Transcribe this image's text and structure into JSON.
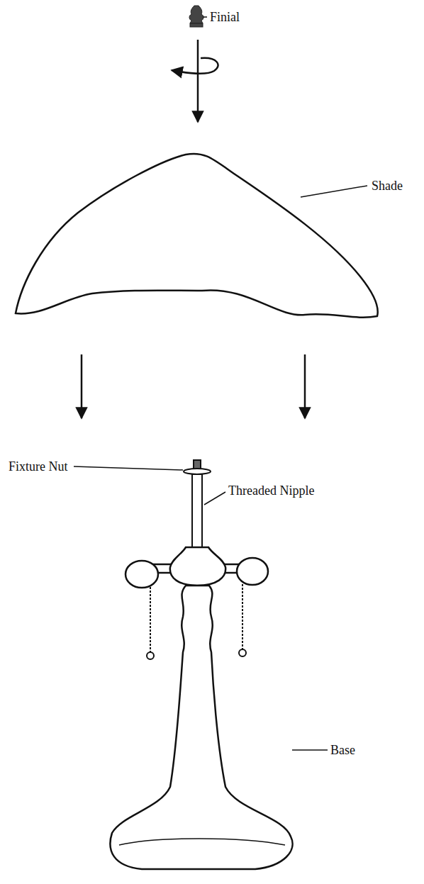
{
  "diagram": {
    "labels": [
      "Finial",
      "Shade",
      "Fixture Nut",
      "Threaded Nipple",
      "Base"
    ]
  }
}
